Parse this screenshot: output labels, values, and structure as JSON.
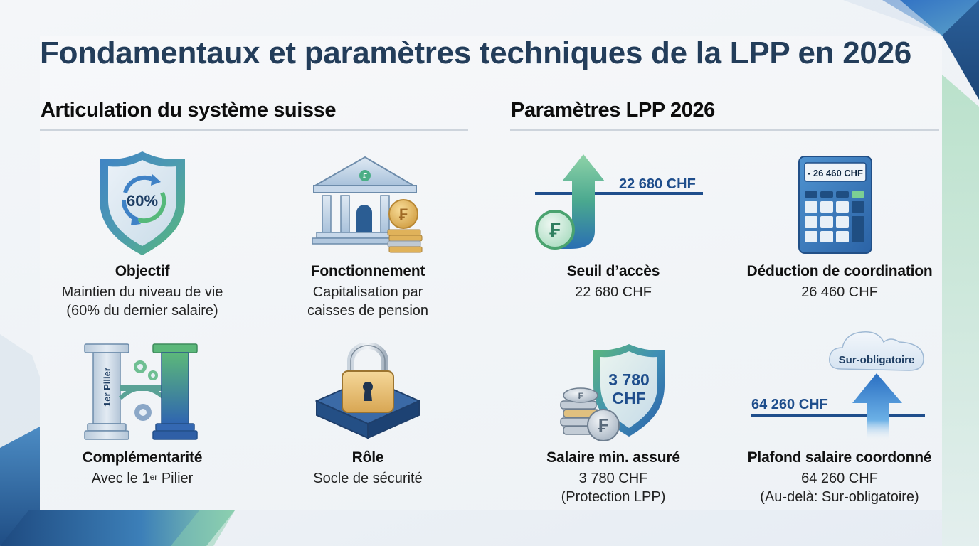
{
  "title": "Fondamentaux et paramètres techniques de la LPP en 2026",
  "colors": {
    "title": "#233d5a",
    "navy": "#1f4e8c",
    "green": "#5cb87a",
    "gold": "#e0b25a"
  },
  "left_section": {
    "title": "Articulation du système suisse",
    "items": [
      {
        "icon": "shield-percentage-icon",
        "icon_text": "60%",
        "label": "Objectif",
        "desc_line1": "Maintien du niveau de vie",
        "desc_line2": "(60% du dernier salaire)"
      },
      {
        "icon": "bank-coins-icon",
        "label": "Fonctionnement",
        "desc_line1": "Capitalisation par",
        "desc_line2": "caisses de pension"
      },
      {
        "icon": "pillars-bridge-icon",
        "icon_text": "1er Pilier",
        "label": "Complémentarité",
        "desc_prefix": "Avec le 1",
        "desc_sup": "er",
        "desc_suffix": " Pilier"
      },
      {
        "icon": "padlock-icon",
        "label": "Rôle",
        "desc_line1": "Socle de sécurité"
      }
    ]
  },
  "right_section": {
    "title": "Paramètres LPP 2026",
    "items": [
      {
        "icon": "threshold-arrow-icon",
        "icon_text": "22 680 CHF",
        "label": "Seuil d’accès",
        "desc_line1": "22 680 CHF"
      },
      {
        "icon": "calculator-icon",
        "icon_text": "- 26 460 CHF",
        "label": "Déduction de coordination",
        "desc_line1": "26 460 CHF"
      },
      {
        "icon": "shield-coins-icon",
        "icon_text_line1": "3 780",
        "icon_text_line2": "CHF",
        "label": "Salaire min. assuré",
        "desc_line1": "3 780 CHF",
        "desc_line2": "(Protection LPP)"
      },
      {
        "icon": "cloud-arrow-icon",
        "icon_text": "64 260 CHF",
        "cloud_text": "Sur-obligatoire",
        "label": "Plafond salaire coordonné",
        "desc_line1": "64 260 CHF",
        "desc_line2": "(Au-delà: Sur-obligatoire)"
      }
    ]
  }
}
